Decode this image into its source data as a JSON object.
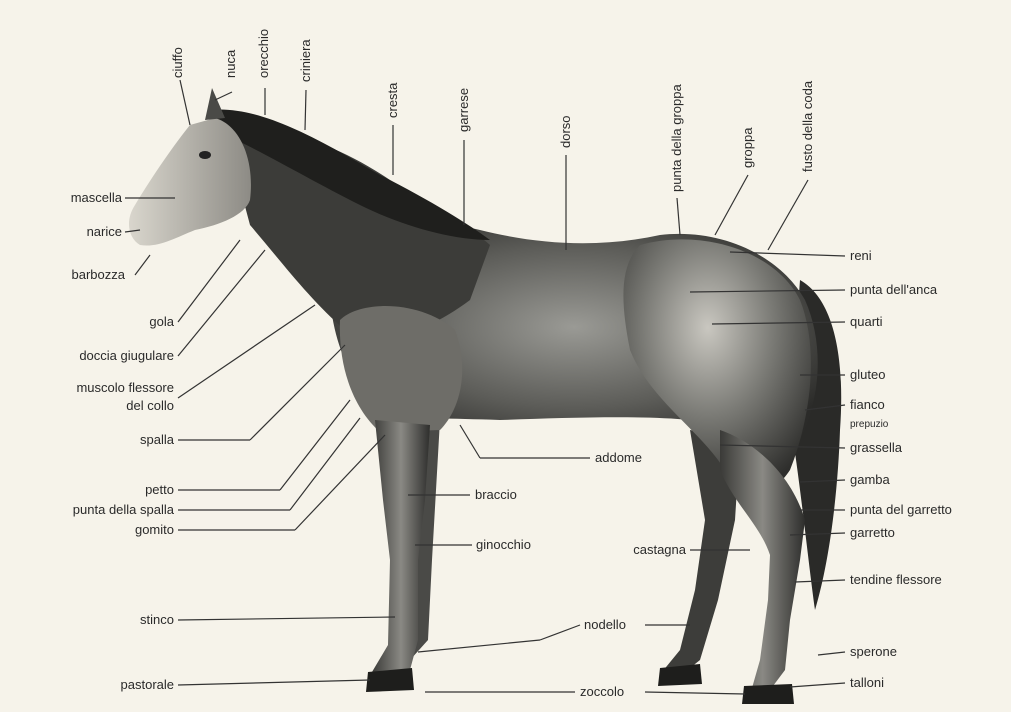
{
  "labels": {
    "ciuffo": "ciuffo",
    "nuca": "nuca",
    "orecchio": "orecchio",
    "criniera": "criniera",
    "cresta": "cresta",
    "garrese": "garrese",
    "dorso": "dorso",
    "punta_groppa": "punta della groppa",
    "groppa": "groppa",
    "fusto_coda": "fusto della coda",
    "mascella": "mascella",
    "narice": "narice",
    "barbozza": "barbozza",
    "gola": "gola",
    "doccia": "doccia giugulare",
    "muscolo_1": "muscolo flessore",
    "muscolo_2": "del collo",
    "spalla": "spalla",
    "petto": "petto",
    "punta_spalla": "punta della spalla",
    "gomito": "gomito",
    "stinco": "stinco",
    "pastorale": "pastorale",
    "addome": "addome",
    "braccio": "braccio",
    "ginocchio": "ginocchio",
    "castagna": "castagna",
    "nodello": "nodello",
    "zoccolo": "zoccolo",
    "reni": "reni",
    "punta_anca": "punta dell'anca",
    "quarti": "quarti",
    "gluteo": "gluteo",
    "fianco": "fianco",
    "prepuzio": "prepuzio",
    "grassella": "grassella",
    "gamba": "gamba",
    "punta_garretto": "punta del garretto",
    "garretto": "garretto",
    "tendine": "tendine flessore",
    "sperone": "sperone",
    "talloni": "talloni"
  }
}
